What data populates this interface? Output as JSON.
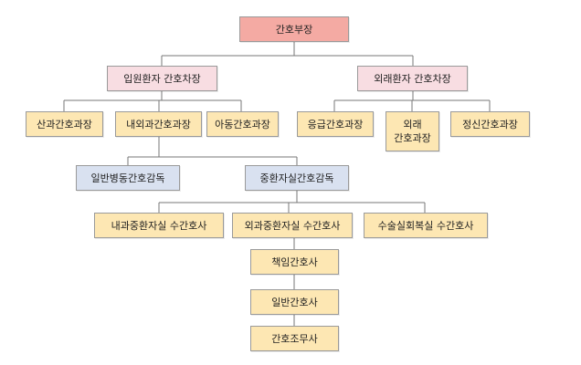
{
  "colors": {
    "head": "#f4aaa3",
    "deputy": "#f8dde2",
    "manager": "#fde7b3",
    "supervisor": "#d9e1f0",
    "line": "#777777"
  },
  "nodes": {
    "head": "간호부장",
    "inpatient_deputy": "입원환자 간호차장",
    "outpatient_deputy": "외래환자 간호차장",
    "obgyn": "산과간호과장",
    "medsurg": "내외과간호과장",
    "pediatric": "아동간호과장",
    "emergency": "응급간호과장",
    "outpatient_nursing": "외래\n간호과장",
    "psych": "정신간호과장",
    "general_ward_supervisor": "일반병동간호감독",
    "icu_supervisor": "중환자실간호감독",
    "medical_icu": "내과중환자실 수간호사",
    "surgical_icu": "외과중환자실 수간호사",
    "or_recovery": "수술실회복실 수간호사",
    "charge_nurse": "책임간호사",
    "staff_nurse": "일반간호사",
    "nursing_aide": "간호조무사"
  }
}
